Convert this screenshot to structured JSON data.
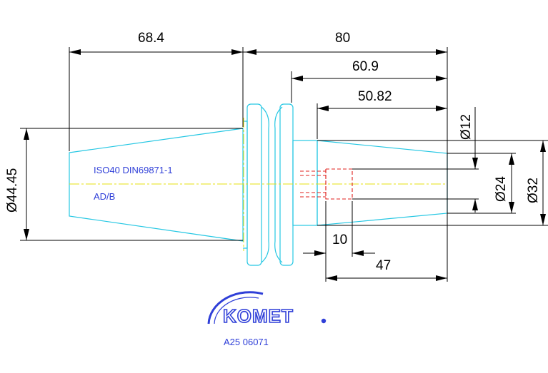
{
  "dimensions": {
    "d68_4": "68.4",
    "d80": "80",
    "d60_9": "60.9",
    "d50_82": "50.82",
    "d44_45": "Ø44.45",
    "d12": "Ø12",
    "d24": "Ø24",
    "d32": "Ø32",
    "d10": "10",
    "d47": "47"
  },
  "labels": {
    "standard": "ISO40 DIN69871-1",
    "variant": "AD/B"
  },
  "logo": {
    "brand": "KOMET",
    "article_number": "A25 06071"
  },
  "colors": {
    "outline": "#25c7e3",
    "centerline": "#e5e011",
    "hidden_bore": "#e0201c",
    "dimension": "#000000",
    "brand_blue": "#2f3fd8"
  }
}
